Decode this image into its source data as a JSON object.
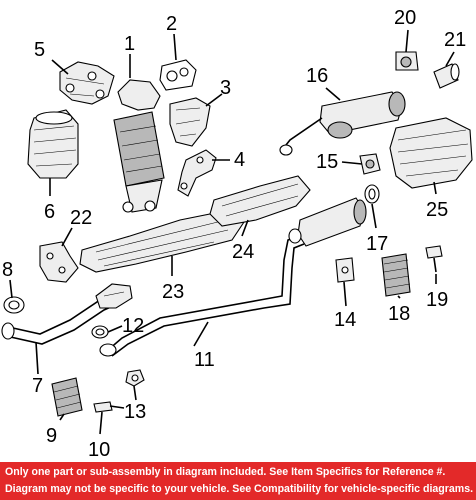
{
  "callouts": [
    "1",
    "2",
    "3",
    "4",
    "5",
    "6",
    "7",
    "8",
    "9",
    "10",
    "11",
    "12",
    "13",
    "14",
    "15",
    "16",
    "17",
    "18",
    "19",
    "20",
    "21",
    "22",
    "23",
    "24",
    "25"
  ],
  "footer": {
    "line1": "Only one part or sub-assembly in diagram included. See Item Specifics for Reference #.",
    "line2": "Diagram may not be specific to your vehicle. See Compatibility for vehicle-specific diagrams."
  },
  "colors": {
    "footer_bg": "#e32929",
    "footer_text": "#ffffff",
    "line": "#000000"
  }
}
